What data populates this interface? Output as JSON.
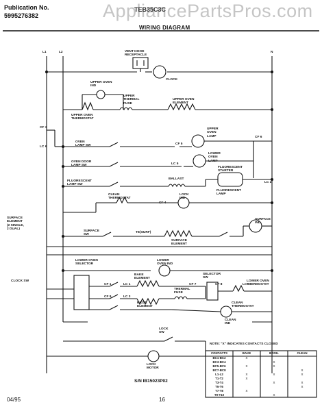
{
  "header": {
    "publication_label": "Publication No.",
    "publication_number": "5995276382",
    "model": "TEB35C3C",
    "title": "WIRING DIAGRAM",
    "watermark": "AppliancePartsPros.com"
  },
  "diagram": {
    "terminals": [
      "L1",
      "L2",
      "N"
    ],
    "labels": {
      "vent_hood": "VENT HOOD\nRECEPTACLE",
      "clock": "CLOCK",
      "upper_oven_ind": "UPPER OVEN\nIND",
      "upper_thermal_fuse": "UPPER\nTHERMAL\nFUSE",
      "upper_oven_element": "UPPER OVEN\nELEMENT",
      "upper_oven_thermostat": "UPPER OVEN\nTHERMOSTAT",
      "upper_oven_lamp": "UPPER\nOVEN\nLAMP",
      "oven_lamp_sw": "OVEN\nLAMP SW",
      "oven_door_lamp_sw": "OVEN DOOR\nLAMP SW",
      "lower_oven_lamp": "LOWER\nOVEN\nLAMP",
      "fluorescent_starter": "FLUORESCENT\nSTARTER",
      "fluorescent_lamp_sw": "FLUORESCENT\nLAMP SW",
      "ballast": "BALLAST",
      "fluorescent_lamp": "FLUORESCENT\nLAMP",
      "clean_thermostat": "CLEAN\nTHERMOSTAT",
      "lock_ind": "LOCK\nIND",
      "surface_element_note": "SURFACE\nELEMENT\n(2 SINGLE,\n2 DUAL)",
      "surface_sw": "SURFACE\nSW",
      "te_surface": "TE(SURF)",
      "surface_element": "SURFACE\nELEMENT",
      "surface_ind": "SURFACE\nIND",
      "lower_oven_selector": "LOWER OVEN\nSELECTOR",
      "lower_oven_ind": "LOWER\nOVEN IND",
      "clock_sw": "CLOCK SW",
      "bake_element": "BAKE\nELEMENT",
      "broil_element": "BROIL\nELEMENT",
      "thermal_fuse": "THERMAL\nFUSE",
      "selector_sw": "SELECTOR\nSW",
      "lower_oven_thermostat": "LOWER OVEN\nTHERMOSTAT",
      "clean_ind": "CLEAN\nIND",
      "lock_sw": "LOCK\nSW",
      "clean_thermostat_2": "CLEAN\nTHERMOSTAT",
      "lock_motor": "LOCK\nMOTOR",
      "cf": [
        "CF 1",
        "CF 3",
        "CF 4",
        "CF 5",
        "CF 6",
        "CF 7",
        "CF 8",
        "CF 9"
      ],
      "lc": [
        "LC 1",
        "LC 2",
        "LC 3",
        "LC 4",
        "LC 5",
        "LC 6"
      ]
    },
    "note": "NOTE: \"X\" INDICATES CONTACTS CLOSED",
    "serial": "S/N IB15023P02"
  },
  "contact_table": {
    "header": [
      "CONTACTS",
      "BAKE",
      "BROIL",
      "CLEAN"
    ],
    "rows": [
      [
        "BC1-BC2",
        "X",
        "",
        ""
      ],
      [
        "BC3-BC4",
        "",
        "X",
        ""
      ],
      [
        "BC5-BC6",
        "X",
        "X",
        ""
      ],
      [
        "BC7-BC8",
        "",
        "",
        "X"
      ],
      [
        "L1-L2",
        "X",
        "X",
        "X"
      ],
      [
        "T1-T2",
        "X",
        "",
        ""
      ],
      [
        "T3-T4",
        "",
        "X",
        "X"
      ],
      [
        "T5-T6",
        "",
        "",
        "X"
      ],
      [
        "T7-T8",
        "X",
        "",
        ""
      ],
      [
        "T9-T10",
        "",
        "X",
        ""
      ]
    ]
  },
  "footer": {
    "date": "04/95",
    "page": "16"
  }
}
